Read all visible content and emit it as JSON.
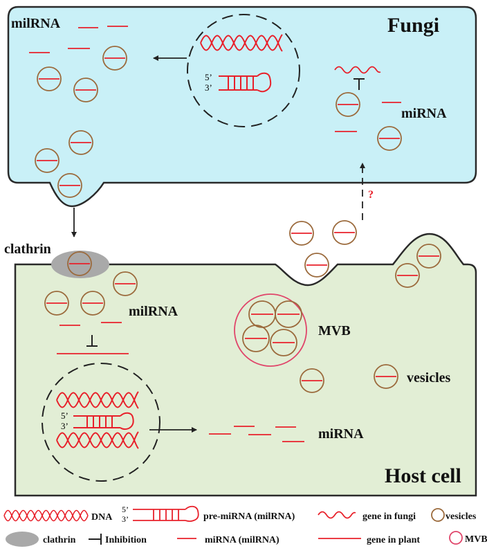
{
  "fungi": {
    "title": "Fungi",
    "milrna_label": "milRNA",
    "mirna_label": "miRNA",
    "question_mark": "?"
  },
  "host": {
    "title": "Host cell",
    "clathrin_label": "clathrin",
    "milrna_label": "milRNA",
    "mvb_label": "MVB",
    "vesicles_label": "vesicles",
    "mirna_label": "miRNA"
  },
  "nucleus": {
    "five_prime": "5’",
    "three_prime": "3’"
  },
  "legend": {
    "dna": "DNA",
    "five_prime": "5’",
    "three_prime": "3’",
    "pre_mirna": "pre-miRNA (milRNA)",
    "gene_fungi": "gene in fungi",
    "vesicles": "vesicles",
    "clathrin": "clathrin",
    "inhibition": "Inhibition",
    "mirna": "miRNA (milRNA)",
    "gene_plant": "gene in plant",
    "mvb": "MVB"
  },
  "colors": {
    "fungi_fill": "#c9f0f7",
    "host_fill": "#e2eed5",
    "rna_red": "#e8202a",
    "vesicle_brown": "#9b6a3c",
    "mvb_pink": "#e0456a",
    "clathrin_gray": "#a9a9a9",
    "outline": "#2a2a2a"
  }
}
